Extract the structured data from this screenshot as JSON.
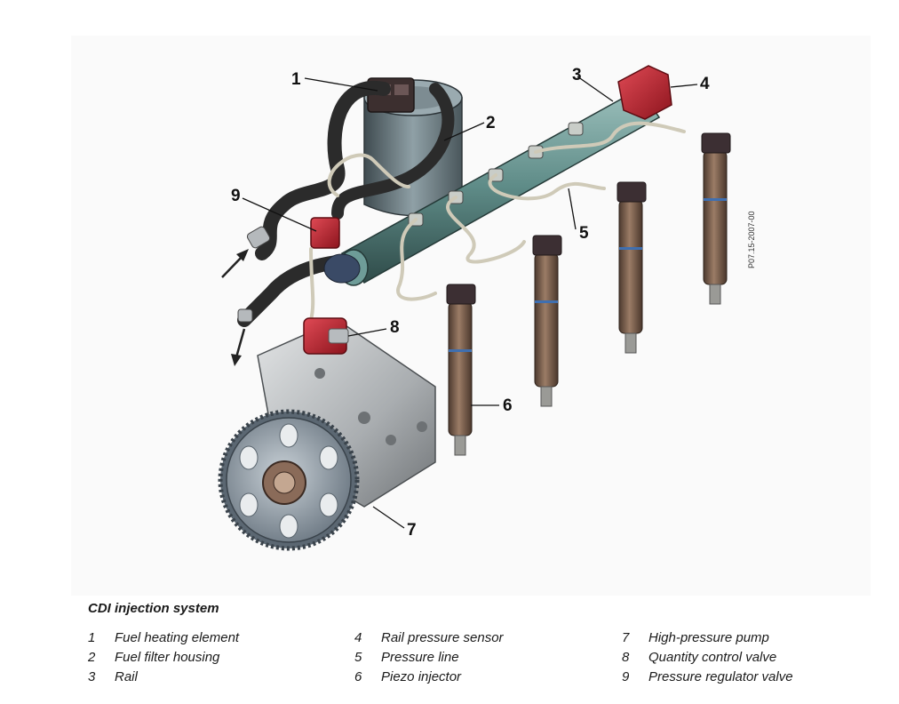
{
  "caption": {
    "title": "CDI injection system"
  },
  "figure_code": "P07.15-2007-00",
  "callouts": [
    "1",
    "2",
    "3",
    "4",
    "5",
    "6",
    "7",
    "8",
    "9"
  ],
  "legend": [
    {
      "number": "1",
      "label": "Fuel heating element"
    },
    {
      "number": "2",
      "label": "Fuel filter housing"
    },
    {
      "number": "3",
      "label": "Rail"
    },
    {
      "number": "4",
      "label": "Rail pressure sensor"
    },
    {
      "number": "5",
      "label": "Pressure line"
    },
    {
      "number": "6",
      "label": "Piezo injector"
    },
    {
      "number": "7",
      "label": "High-pressure pump"
    },
    {
      "number": "8",
      "label": "Quantity control valve"
    },
    {
      "number": "9",
      "label": "Pressure regulator valve"
    }
  ],
  "colors": {
    "rail": "#5f8c88",
    "sensor": "#c0232f",
    "injector_body": "#7a5e4c",
    "injector_band": "#3f6fb0",
    "hose": "#2b2b2b",
    "pump": "#b9bcbe",
    "gear": "#8b98a3",
    "filter": "#6b7a80"
  }
}
